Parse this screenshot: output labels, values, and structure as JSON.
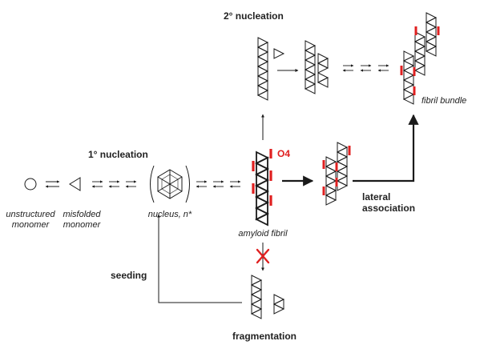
{
  "labels": {
    "secondary_nucleation": "2° nucleation",
    "primary_nucleation": "1° nucleation",
    "unstructured_monomer_1": "unstructured",
    "unstructured_monomer_2": "monomer",
    "misfolded_monomer_1": "misfolded",
    "misfolded_monomer_2": "monomer",
    "nucleus": "nucleus, n*",
    "amyloid_fibril": "amyloid fibril",
    "o4": "O4",
    "lateral_association_1": "lateral",
    "lateral_association_2": "association",
    "fibril_bundle": "fibril bundle",
    "seeding": "seeding",
    "fragmentation": "fragmentation"
  },
  "colors": {
    "stroke": "#1a1a1a",
    "highlight": "#e02020"
  }
}
